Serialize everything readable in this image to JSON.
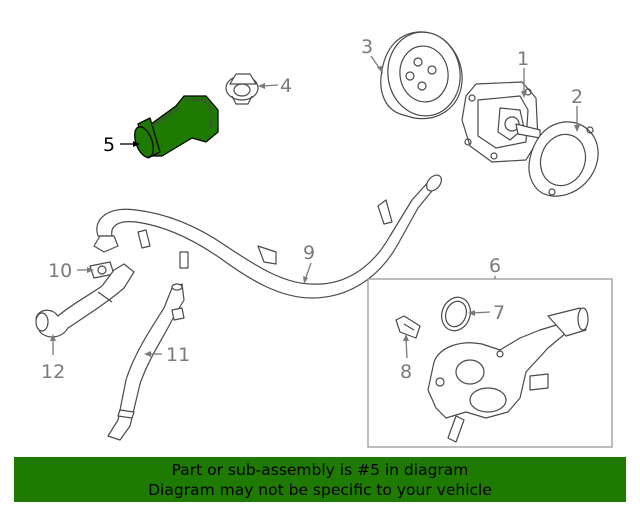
{
  "diagram": {
    "callouts": {
      "c1": "1",
      "c2": "2",
      "c3": "3",
      "c4": "4",
      "c5": "5",
      "c6": "6",
      "c7": "7",
      "c8": "8",
      "c9": "9",
      "c10": "10",
      "c11": "11",
      "c12": "12"
    },
    "highlight_color": "#1e7a00",
    "highlight_part": "5"
  },
  "footer": {
    "line1": "Part or sub-assembly is #5 in diagram",
    "line2": "Diagram may not be specific to your vehicle",
    "background": "#1e7a00"
  }
}
